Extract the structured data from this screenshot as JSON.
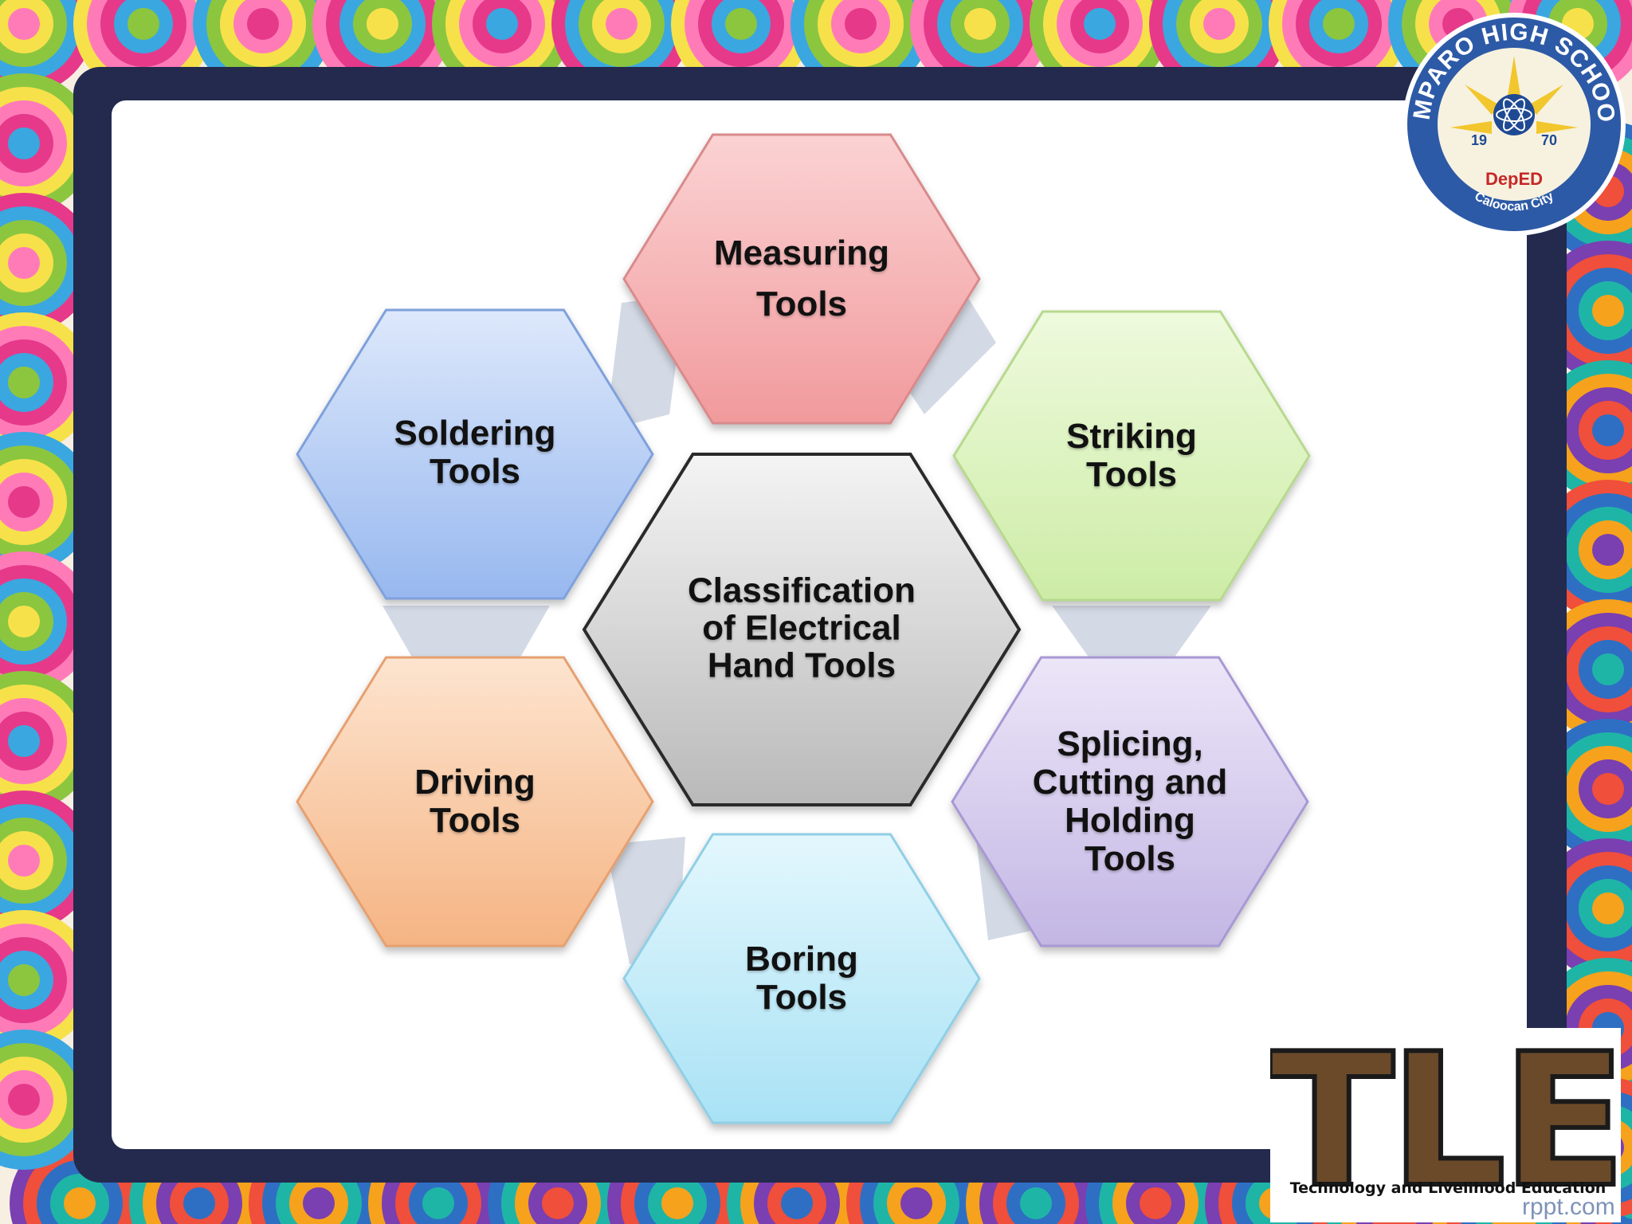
{
  "diagram": {
    "center": "Classification\nof Electrical\nHand Tools",
    "nodes": [
      {
        "id": "measuring",
        "label": "Measuring\nTools",
        "color": "#f4a7a9"
      },
      {
        "id": "striking",
        "label": "Striking\nTools",
        "color": "#d8f2b6"
      },
      {
        "id": "splicing",
        "label": "Splicing,\nCutting and\nHolding\nTools",
        "color": "#cfc3ea"
      },
      {
        "id": "boring",
        "label": "Boring\nTools",
        "color": "#b9e9f7"
      },
      {
        "id": "driving",
        "label": "Driving\nTools",
        "color": "#f8c8a0"
      },
      {
        "id": "soldering",
        "label": "Soldering\nTools",
        "color": "#a9c5f2"
      }
    ]
  },
  "seal": {
    "name": "AMPARO HIGH SCHOOL",
    "year_left": "19",
    "year_right": "70",
    "agency": "DepED",
    "city": "Caloocan City"
  },
  "tle_logo": {
    "letters": "TLE",
    "caption": "Technology and Livelihood Education"
  },
  "watermark": "rppt.com"
}
